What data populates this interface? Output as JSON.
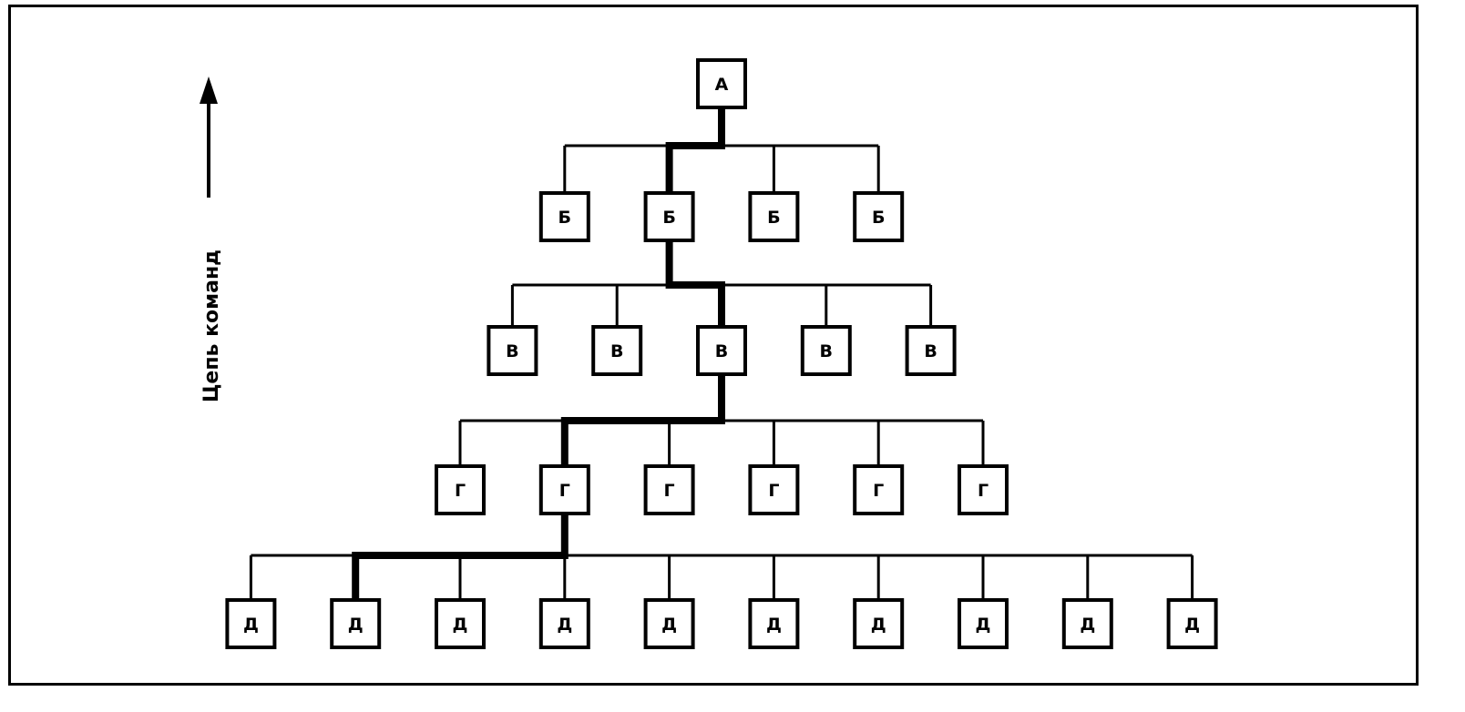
{
  "diagram": {
    "side_label": "Цепь команд",
    "levels": [
      {
        "label": "А",
        "count": 1
      },
      {
        "label": "Б",
        "count": 4
      },
      {
        "label": "В",
        "count": 5
      },
      {
        "label": "Г",
        "count": 6
      },
      {
        "label": "Д",
        "count": 10
      }
    ],
    "chain_path": [
      0,
      1,
      2,
      1,
      1
    ],
    "colors": {
      "line": "#000000",
      "background": "#ffffff"
    }
  }
}
